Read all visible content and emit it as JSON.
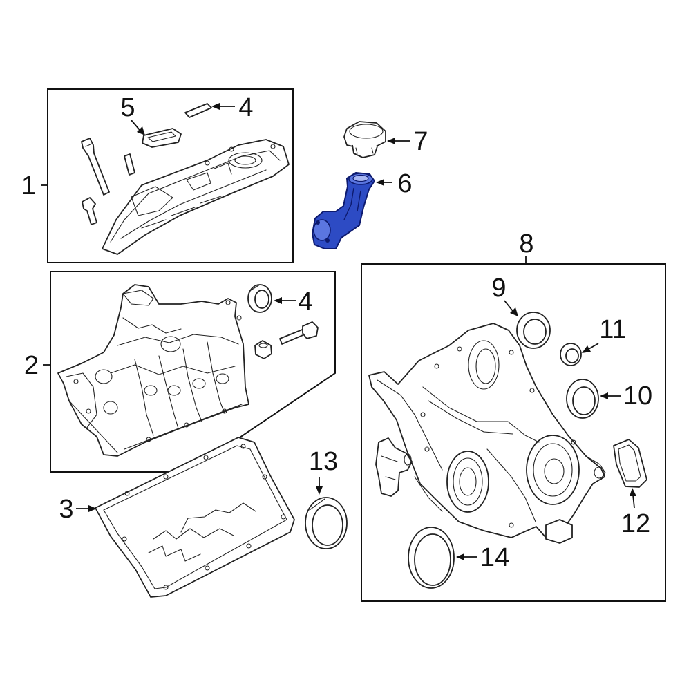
{
  "diagram": {
    "callouts": {
      "c1": "1",
      "c2": "2",
      "c3": "3",
      "c4a": "4",
      "c4b": "4",
      "c5": "5",
      "c6": "6",
      "c7": "7",
      "c8": "8",
      "c9": "9",
      "c10": "10",
      "c11": "11",
      "c12": "12",
      "c13": "13",
      "c14": "14"
    },
    "colors": {
      "highlight": "#2d4bc4",
      "line": "#222222",
      "background": "#ffffff"
    },
    "highlighted_part": "6"
  }
}
